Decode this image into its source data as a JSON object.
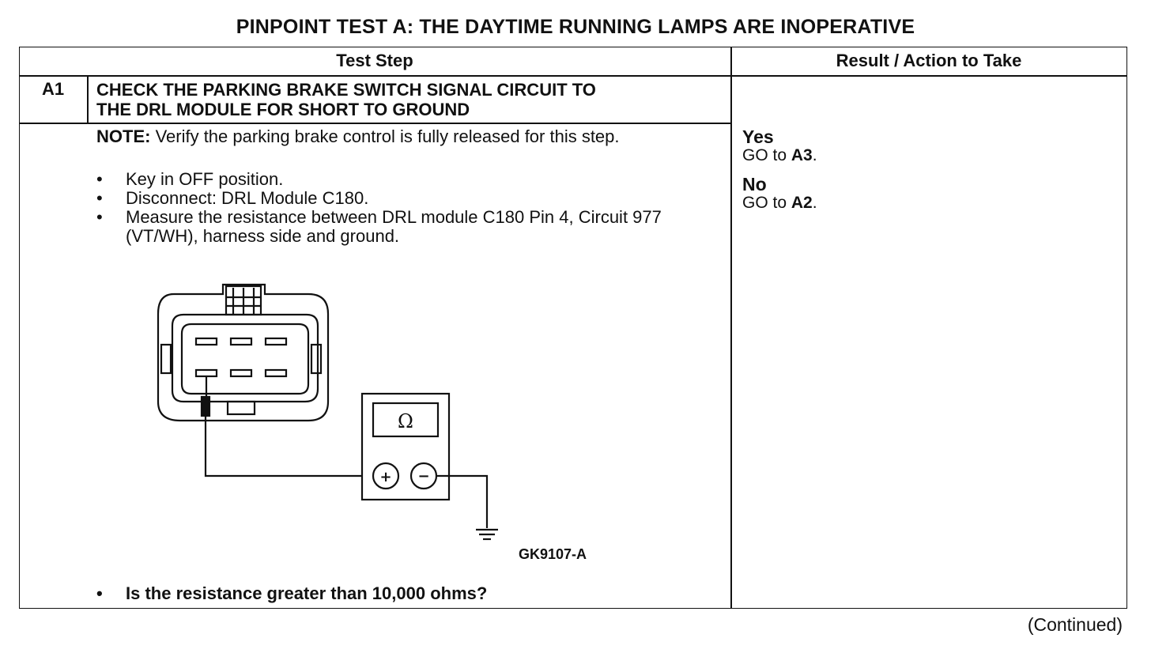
{
  "title": "PINPOINT TEST A: THE DAYTIME RUNNING LAMPS ARE INOPERATIVE",
  "headers": {
    "test_step": "Test Step",
    "result": "Result / Action to Take"
  },
  "step": {
    "id": "A1",
    "title_line1": "CHECK THE PARKING BRAKE SWITCH SIGNAL CIRCUIT TO",
    "title_line2": "THE DRL MODULE FOR SHORT TO GROUND",
    "note_label": "NOTE:",
    "note_text": " Verify the parking brake control is fully released for this step.",
    "bullets": [
      "Key in OFF position.",
      "Disconnect: DRL Module C180.",
      "Measure the resistance between DRL module C180 Pin 4, Circuit 977 (VT/WH), harness side and ground."
    ],
    "question": "Is the resistance greater than 10,000 ohms?",
    "figure_id": "GK9107-A",
    "meter_symbol": "Ω",
    "plus": "+",
    "minus": "−"
  },
  "results": {
    "yes_label": "Yes",
    "yes_action": "GO to ",
    "yes_target": "A3",
    "no_label": "No",
    "no_action": "GO to ",
    "no_target": "A2"
  },
  "continued": "(Continued)",
  "bullet_glyph": "•"
}
